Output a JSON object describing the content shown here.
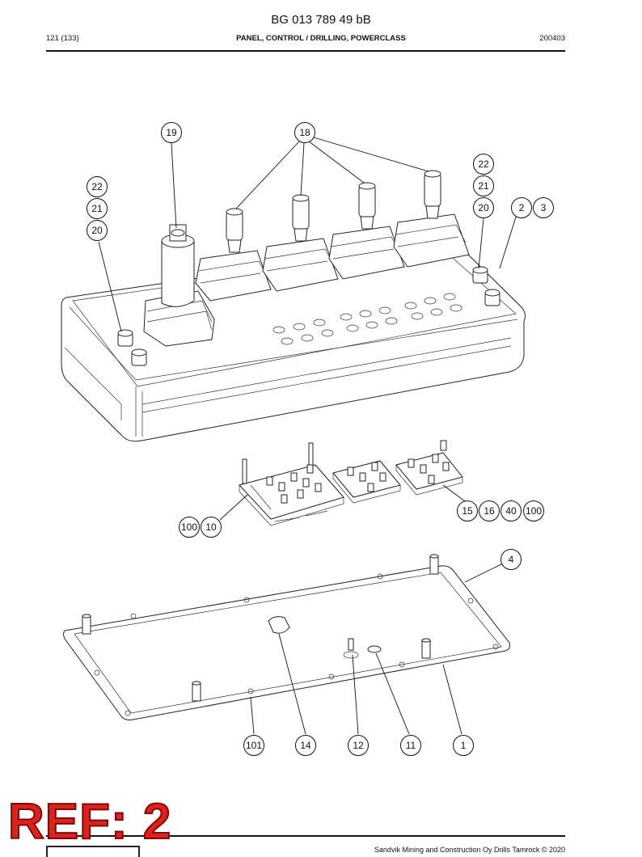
{
  "document": {
    "number": "BG 013 789 49 bB",
    "page": "121 (133)",
    "title": "PANEL, CONTROL / DRILLING, POWERCLASS",
    "date_code": "200403"
  },
  "callouts": {
    "c19": "19",
    "c18": "18",
    "c22l": "22",
    "c21l": "21",
    "c20l": "20",
    "c22r": "22",
    "c21r": "21",
    "c20r": "20",
    "c2": "2",
    "c3": "3",
    "c15": "15",
    "c16": "16",
    "c40": "40",
    "c100r": "100",
    "c100l": "100",
    "c10": "10",
    "c4": "4",
    "c101": "101",
    "c14": "14",
    "c12": "12",
    "c11": "11",
    "c1": "1"
  },
  "stamp": {
    "text": "REF: 2"
  },
  "footer": {
    "text": "Sandvik Mining and Construction Oy Drills Tamrock © 2020"
  },
  "colors": {
    "stamp": "#e0201b",
    "line": "#111111"
  }
}
